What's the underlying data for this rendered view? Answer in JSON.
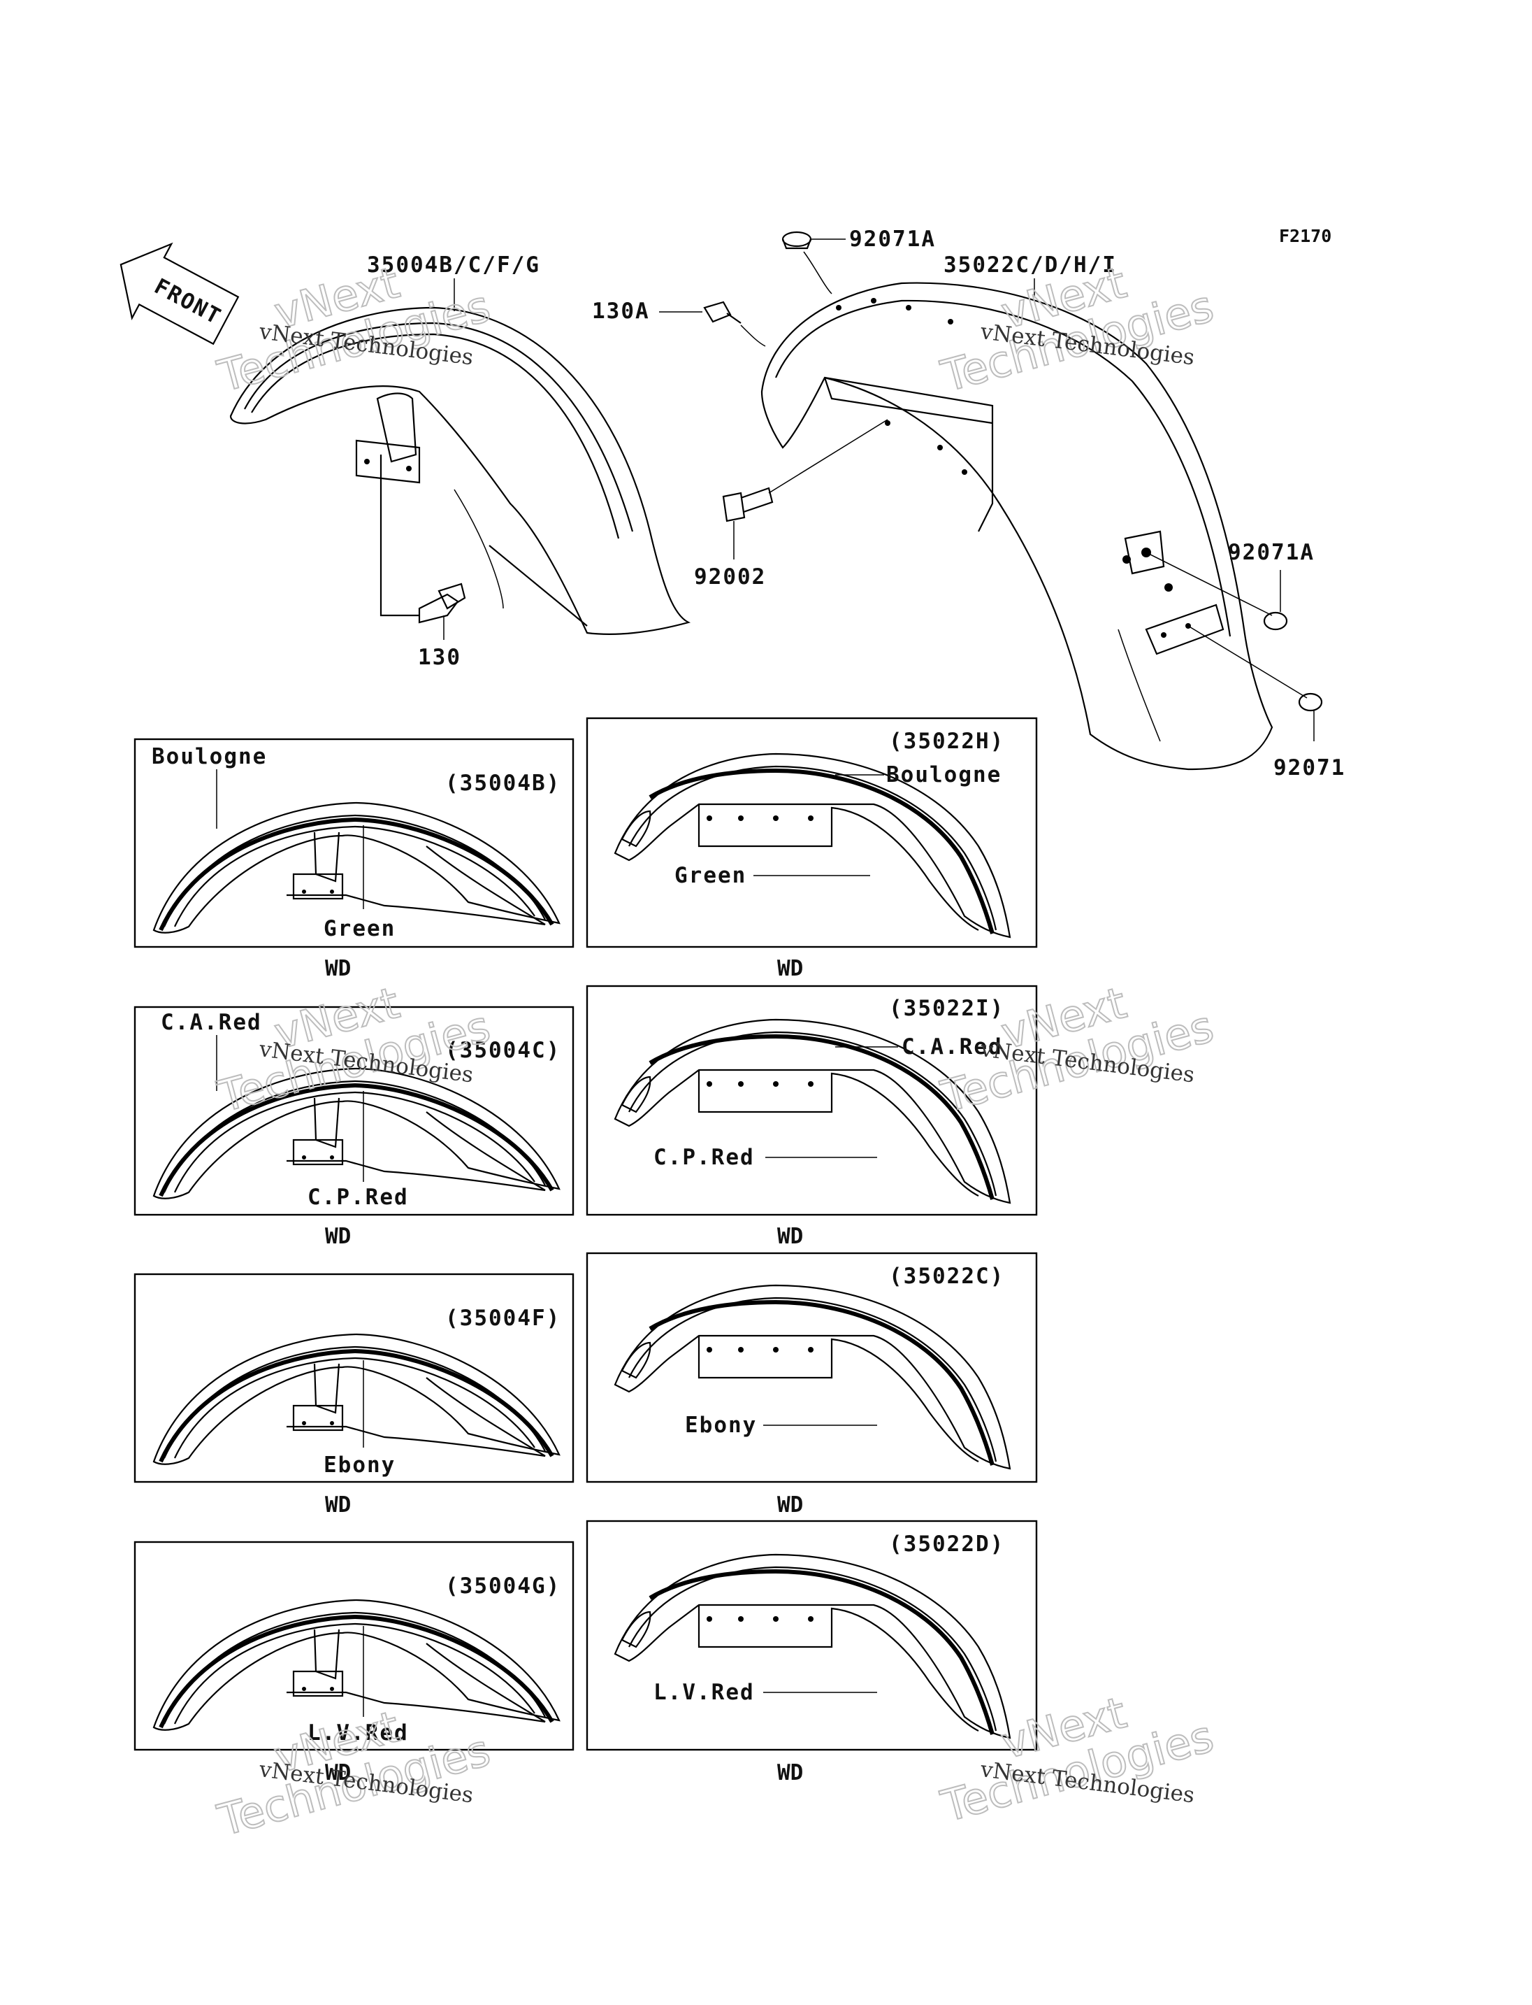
{
  "diagram_code": "F2170",
  "front_arrow": {
    "text": "FRONT",
    "icon": "front-arrow-icon"
  },
  "watermark": {
    "line1": "vNext Technologies",
    "line2": "vNext",
    "line3": "Technologies"
  },
  "main": {
    "front_fender_part": "35004B/C/F/G",
    "rear_fender_part": "35022C/D/H/I",
    "bolt_front": "130",
    "bolt_rear": "130A",
    "cap_top": "92071A",
    "bolt_92002": "92002",
    "nut_right": "92071A",
    "nut_bottom": "92071"
  },
  "panels": [
    {
      "code": "(35004B)",
      "color": "Green",
      "stripe_label": "Boulogne",
      "footer": "WD"
    },
    {
      "code": "(35022H)",
      "color": "Green",
      "stripe_label": "Boulogne",
      "footer": "WD"
    },
    {
      "code": "(35004C)",
      "color": "C.P.Red",
      "stripe_label": "C.A.Red",
      "footer": "WD"
    },
    {
      "code": "(35022I)",
      "color": "C.P.Red",
      "stripe_label": "C.A.Red",
      "footer": "WD"
    },
    {
      "code": "(35004F)",
      "color": "Ebony",
      "stripe_label": "",
      "footer": "WD"
    },
    {
      "code": "(35022C)",
      "color": "Ebony",
      "stripe_label": "",
      "footer": "WD"
    },
    {
      "code": "(35004G)",
      "color": "L.V.Red",
      "stripe_label": "",
      "footer": "WD"
    },
    {
      "code": "(35022D)",
      "color": "L.V.Red",
      "stripe_label": "",
      "footer": "WD"
    }
  ]
}
